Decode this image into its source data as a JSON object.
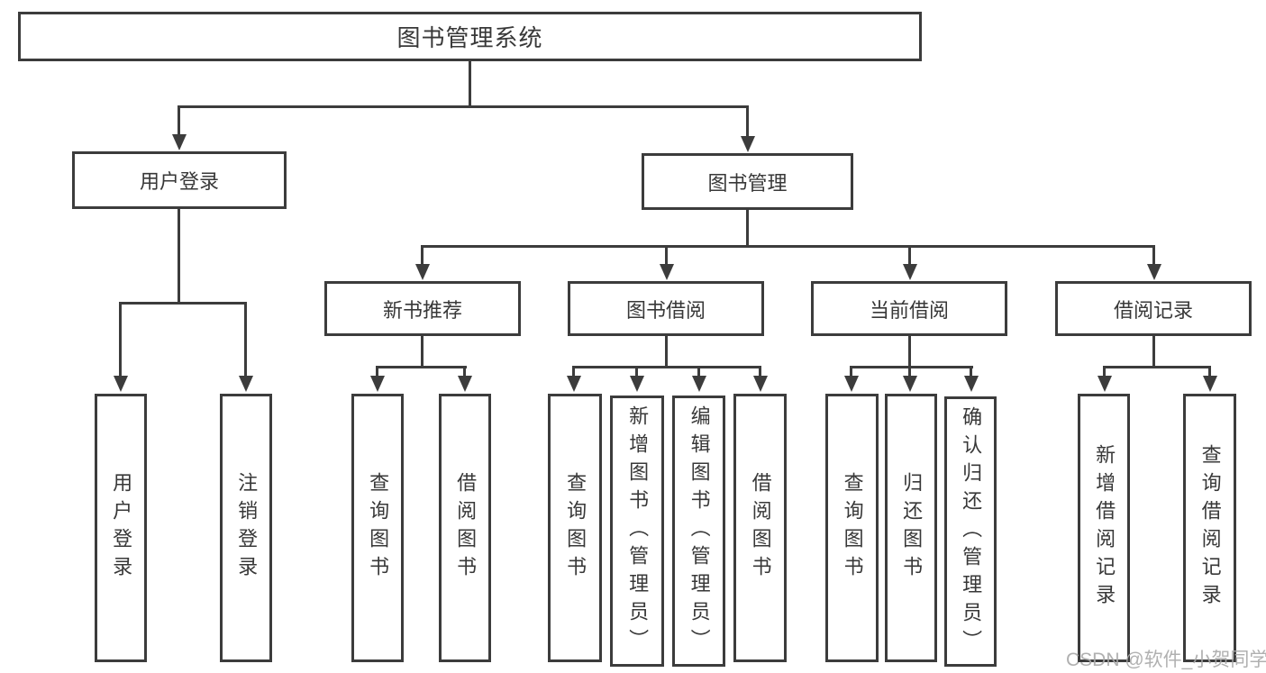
{
  "tree": {
    "root": "图书管理系统",
    "branches": [
      {
        "label": "用户登录",
        "children": [
          {
            "label": "用户登录"
          },
          {
            "label": "注销登录"
          }
        ]
      },
      {
        "label": "图书管理",
        "children": [
          {
            "label": "新书推荐",
            "children": [
              {
                "label": "查询图书"
              },
              {
                "label": "借阅图书"
              }
            ]
          },
          {
            "label": "图书借阅",
            "children": [
              {
                "label": "查询图书"
              },
              {
                "label": "新增图书（管理员）"
              },
              {
                "label": "编辑图书（管理员）"
              },
              {
                "label": "借阅图书"
              }
            ]
          },
          {
            "label": "当前借阅",
            "children": [
              {
                "label": "查询图书"
              },
              {
                "label": "归还图书"
              },
              {
                "label": "确认归还（管理员）"
              }
            ]
          },
          {
            "label": "借阅记录",
            "children": [
              {
                "label": "新增借阅记录"
              },
              {
                "label": "查询借阅记录"
              }
            ]
          }
        ]
      }
    ]
  },
  "watermark": "CSDN @软件_小贺同学",
  "colors": {
    "line": "#3c3c3c",
    "text": "#383838",
    "background": "#ffffff",
    "watermark": "#a8a8a8"
  }
}
